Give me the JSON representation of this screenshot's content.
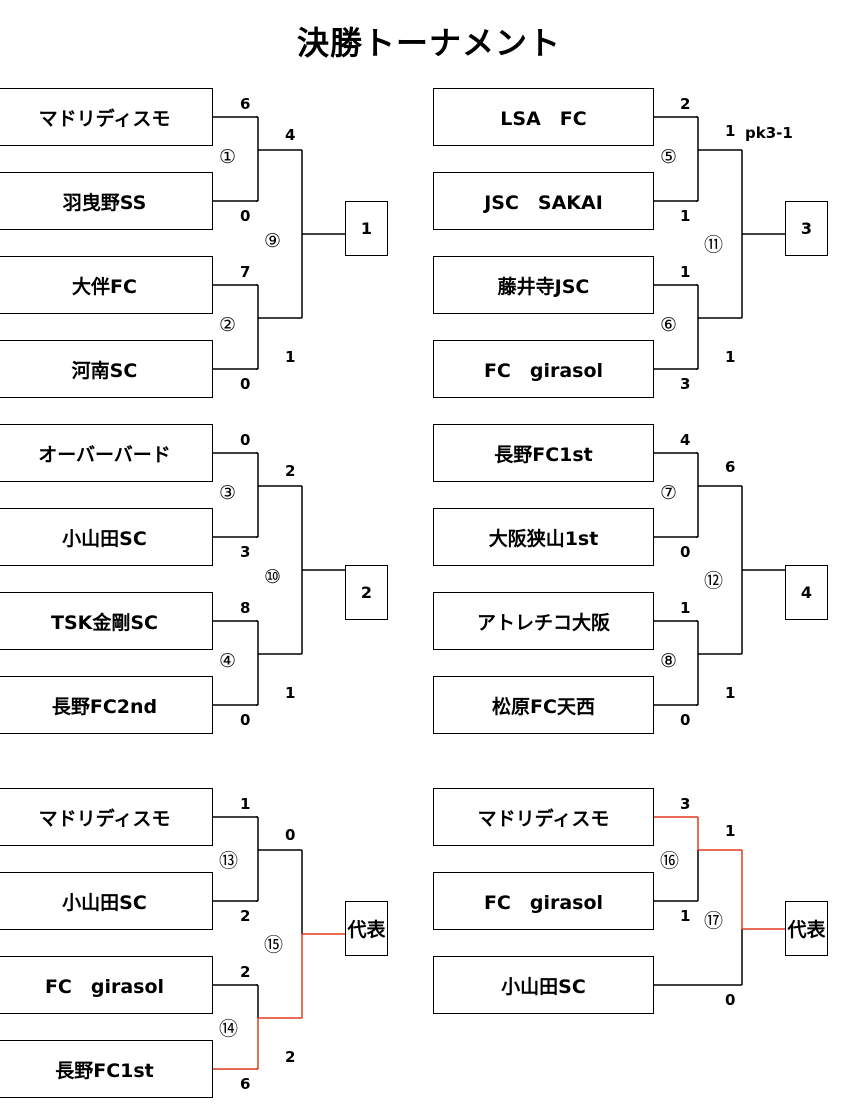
{
  "title": "決勝トーナメント",
  "colors": {
    "line": "#000000",
    "advance": "#e03a1e"
  },
  "blocks": [
    {
      "teams": [
        "マドリディスモ",
        "羽曳野SS",
        "大伴FC",
        "河南SC"
      ],
      "scores": [
        "6",
        "0",
        "7",
        "0",
        "4",
        "1"
      ],
      "match_numbers": [
        "①",
        "②",
        "⑨"
      ],
      "result": "1",
      "pk": ""
    },
    {
      "teams": [
        "LSA　FC",
        "JSC　SAKAI",
        "藤井寺JSC",
        "FC　girasol"
      ],
      "scores": [
        "2",
        "1",
        "1",
        "3",
        "1",
        "1"
      ],
      "match_numbers": [
        "⑤",
        "⑥",
        "⑪"
      ],
      "result": "3",
      "pk": "pk3-1"
    },
    {
      "teams": [
        "オーバーバード",
        "小山田SC",
        "TSK金剛SC",
        "長野FC2nd"
      ],
      "scores": [
        "0",
        "3",
        "8",
        "0",
        "2",
        "1"
      ],
      "match_numbers": [
        "③",
        "④",
        "⑩"
      ],
      "result": "2",
      "pk": ""
    },
    {
      "teams": [
        "長野FC1st",
        "大阪狭山1st",
        "アトレチコ大阪",
        "松原FC天西"
      ],
      "scores": [
        "4",
        "0",
        "1",
        "0",
        "6",
        "1"
      ],
      "match_numbers": [
        "⑦",
        "⑧",
        "⑫"
      ],
      "result": "4",
      "pk": ""
    },
    {
      "teams": [
        "マドリディスモ",
        "小山田SC",
        "FC　girasol",
        "長野FC1st"
      ],
      "scores": [
        "1",
        "2",
        "2",
        "6",
        "0",
        "2"
      ],
      "match_numbers": [
        "⑬",
        "⑭",
        "⑮"
      ],
      "result": "代表",
      "pk": ""
    },
    {
      "teams": [
        "マドリディスモ",
        "FC　girasol",
        "小山田SC"
      ],
      "scores": [
        "3",
        "1",
        "1",
        "0"
      ],
      "match_numbers": [
        "⑯",
        "⑰"
      ],
      "result": "代表",
      "pk": ""
    }
  ]
}
